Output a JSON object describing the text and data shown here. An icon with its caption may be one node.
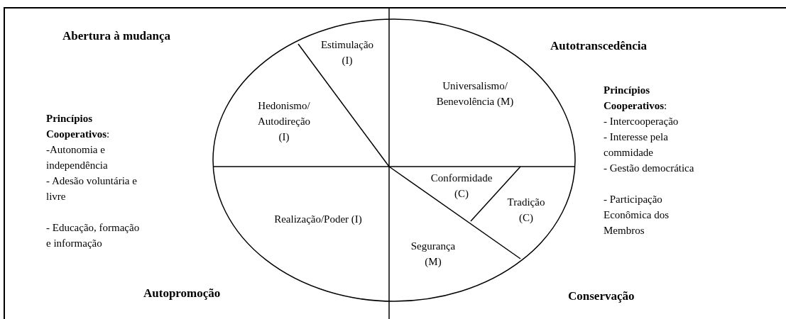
{
  "diagram": {
    "labels": [
      "Abertura à mudança",
      "Estimulação (I)",
      "Autotranscedência",
      "Universalismo/ Benevolência (M)",
      "Hedonismo/ Autodireção (I)",
      "**Princípios Cooperativos**:",
      "-Autonomia e independência",
      "- Adesão voluntária e livre",
      "- Educação, formação e informação",
      "**Princípios Cooperativos**:",
      "- Intercooperação",
      "- Interesse pela commidade",
      "- Gestão democrática",
      "- Participação Econômica dos Membros",
      "Conformidade (C)",
      "Tradição (C)",
      "Realização/Poder (I)",
      "Segurança (M)",
      "Autopromoção",
      "Conservação"
    ]
  }
}
